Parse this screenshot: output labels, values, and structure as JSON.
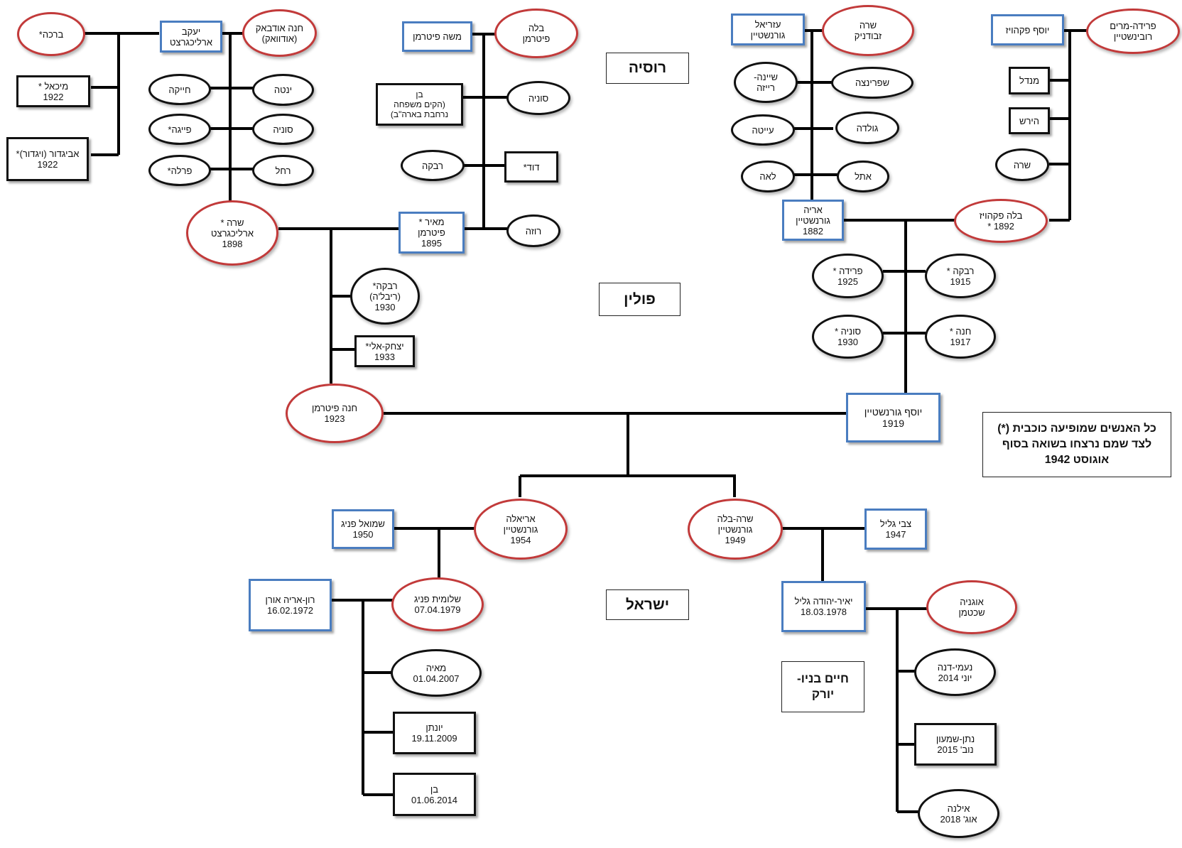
{
  "regions": {
    "russia": "רוסיה",
    "poland": "פולין",
    "israel": "ישראל",
    "new_york": [
      "חיים בניו-",
      "יורק"
    ]
  },
  "note": [
    "כל האנשים שמופיעה כוכבית (*)",
    "לצד שמם נרצחו בשואה בסוף",
    "אוגוסט 1942"
  ],
  "people": {
    "bracha": [
      "ברכה*"
    ],
    "yaakov": [
      "יעקב",
      "ארליכגרצט"
    ],
    "chana_odvak": [
      "חנה אודבאק",
      "(אודוואק)"
    ],
    "michal": [
      "מיכאל *",
      "1922"
    ],
    "avigdor": [
      "אביגדור (ויגדור)*",
      "1922"
    ],
    "chaika": [
      "חייקה"
    ],
    "yenta": [
      "ינטה"
    ],
    "feiga": [
      "פייגה*"
    ],
    "sonia_a": [
      "סוניה"
    ],
    "perla": [
      "פרלה*"
    ],
    "rachel": [
      "רחל"
    ],
    "sara_a": [
      "שרה *",
      "ארליכגרצט",
      "1898"
    ],
    "moshe_p": [
      "משה פיטרמן"
    ],
    "bela_p": [
      "בלה",
      "פיטרמן"
    ],
    "ben_a": [
      "בן",
      "(הקים משפחה",
      "נרחבת בארה\"ב)"
    ],
    "sonia_p": [
      "סוניה"
    ],
    "rivka_p": [
      "רבקה"
    ],
    "david": [
      "דוד*"
    ],
    "meir": [
      "מאיר *",
      "פיטרמן",
      "1895"
    ],
    "roza": [
      "רוזה"
    ],
    "rivka_r": [
      "רבקה*",
      "(ריבל'ה)",
      "1930"
    ],
    "yitzhak": [
      "יצחק-אלי*",
      "1933"
    ],
    "chana_p": [
      "חנה פיטרמן",
      "1923"
    ],
    "azriel": [
      "עזריאל",
      "גורנשטיין"
    ],
    "sara_z": [
      "שרה",
      "זבודניק"
    ],
    "yosef_pek": [
      "יוסף פקהויז"
    ],
    "frida_m": [
      "פרידה-מרים",
      "רובינשטיין"
    ],
    "sheina": [
      "שיינה-",
      "רייזה"
    ],
    "shprintza": [
      "שפרינצה"
    ],
    "mendel": [
      "מנדל"
    ],
    "hirsh": [
      "הירש"
    ],
    "aita": [
      "עייטה"
    ],
    "golda": [
      "גולדה"
    ],
    "sara_s": [
      "שרה"
    ],
    "lea": [
      "לאה"
    ],
    "etel": [
      "אתל"
    ],
    "arie": [
      "אריה",
      "גורנשטיין",
      "1882"
    ],
    "bela_pek": [
      "בלה פקהויז",
      "1892 *"
    ],
    "frida": [
      "פרידה *",
      "1925"
    ],
    "rivka_15": [
      "רבקה *",
      "1915"
    ],
    "sonia_30": [
      "סוניה *",
      "1930"
    ],
    "chana_17": [
      "חנה *",
      "1917"
    ],
    "yosef_g": [
      "יוסף גורנשטיין",
      "1919"
    ],
    "shmuel": [
      "שמואל פניג",
      "1950"
    ],
    "ariela": [
      "אריאלה",
      "גורנשטיין",
      "1954"
    ],
    "sara_bela": [
      "שרה-בלה",
      "גורנשטיין",
      "1949"
    ],
    "tzvi": [
      "צבי גליל",
      "1947"
    ],
    "ron": [
      "רון-אריה אורן",
      "16.02.1972"
    ],
    "shlomit": [
      "שלומית פניג",
      "07.04.1979"
    ],
    "yair": [
      "יאיר-יהודה גליל",
      "18.03.1978"
    ],
    "eugenia": [
      "אוגניה",
      "שכטמן"
    ],
    "maya": [
      "מאיה",
      "01.04.2007"
    ],
    "naomi": [
      "נעמי-דנה",
      "יוני 2014"
    ],
    "yonatan": [
      "יונתן",
      "19.11.2009"
    ],
    "natan": [
      "נתן-שמעון",
      "נוב' 2015"
    ],
    "ben_b": [
      "בן",
      "01.06.2014"
    ],
    "ilana": [
      "אילנה",
      "אוג' 2018"
    ]
  },
  "colors": {
    "female_border": "#c23a3a",
    "male_border": "#4a7dc0",
    "child_border": "#111111",
    "line": "#000000"
  }
}
